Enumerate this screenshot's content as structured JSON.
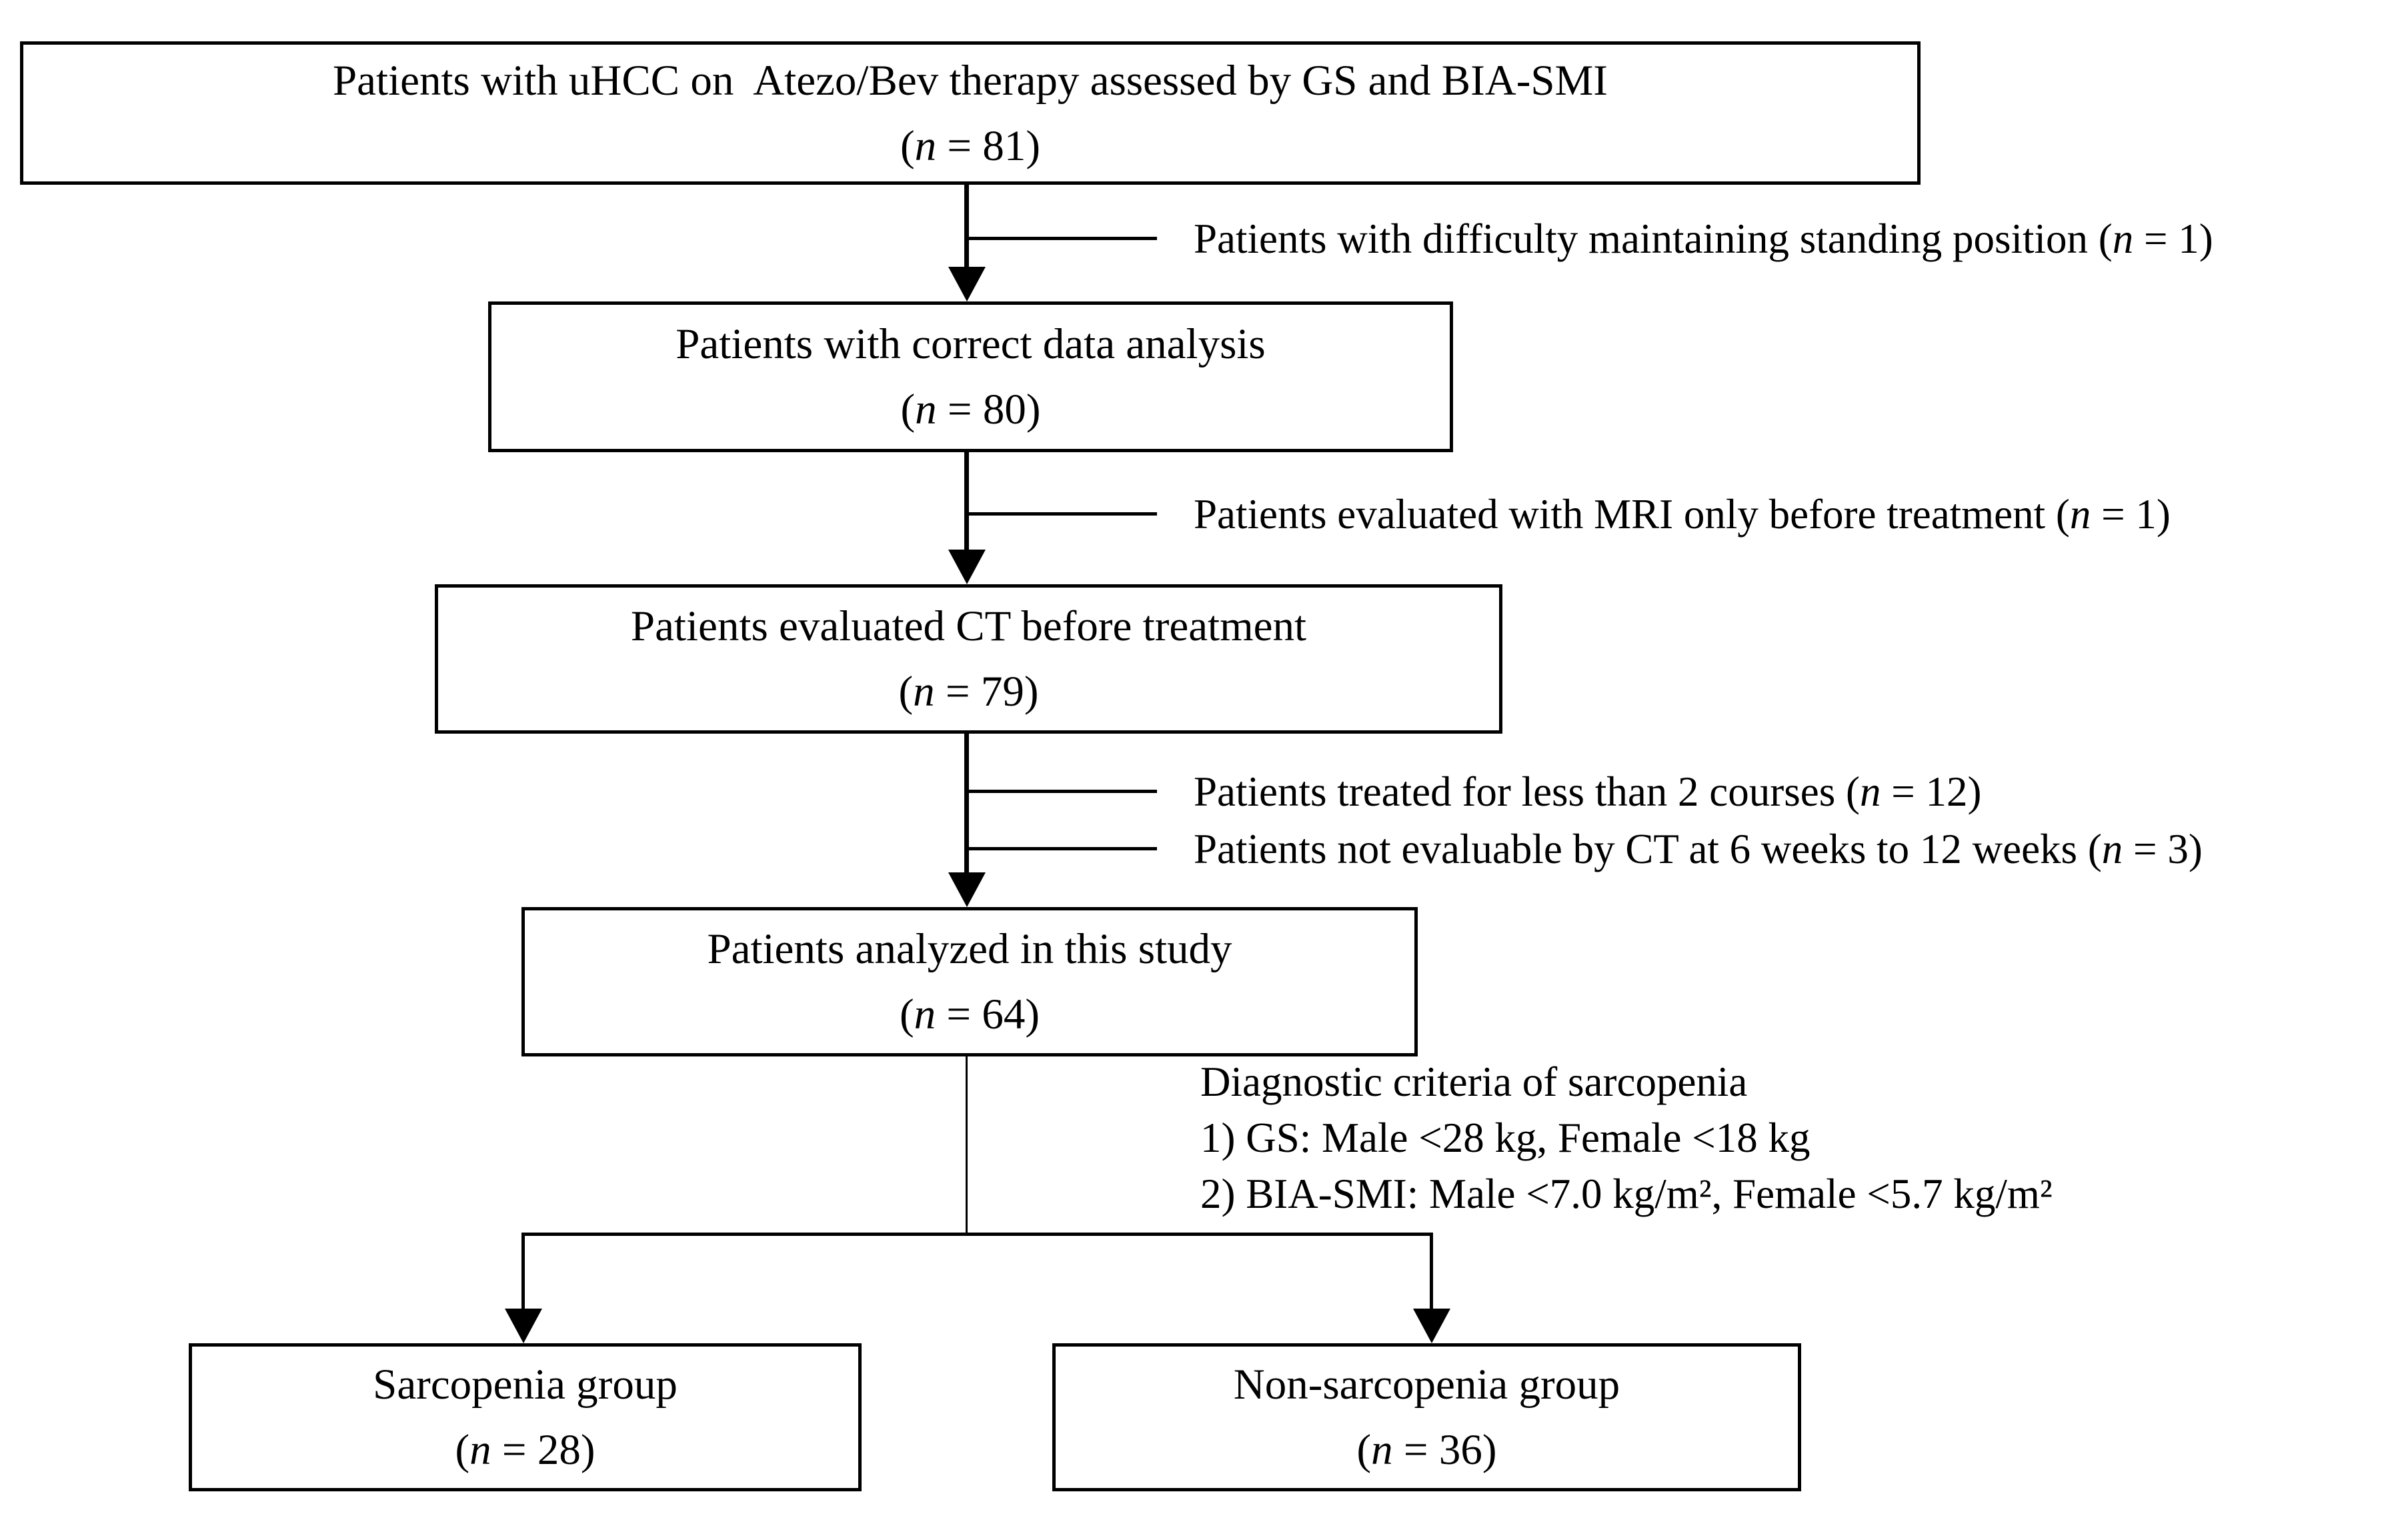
{
  "figure": {
    "background": "#ffffff",
    "ink": "#000000"
  },
  "n_format": {
    "open": "(",
    "var": "n",
    "eq": " = ",
    "close": ")"
  },
  "flow": {
    "boxes": [
      {
        "label": "Patients with uHCC on  Atezo/Bev therapy assessed by GS and BIA-SMI",
        "n": "81"
      },
      {
        "label": "Patients with correct data analysis",
        "n": "80"
      },
      {
        "label": "Patients evaluated CT before treatment",
        "n": "79"
      },
      {
        "label": "Patients analyzed in this study",
        "n": "64"
      },
      {
        "label": "Sarcopenia group",
        "n": "28"
      },
      {
        "label": "Non-sarcopenia group",
        "n": "36"
      }
    ],
    "exclusions": [
      {
        "label": "Patients with difficulty maintaining standing position",
        "n": "1"
      },
      {
        "label": "Patients evaluated with MRI only before treatment",
        "n": "1"
      },
      {
        "label": "Patients treated for less than 2 courses",
        "n": "12"
      },
      {
        "label": "Patients not evaluable by CT at 6 weeks to 12 weeks",
        "n": "3"
      }
    ],
    "criteria": {
      "title": "Diagnostic criteria of sarcopenia",
      "items": [
        "1) GS: Male <28 kg, Female <18 kg",
        "2) BIA-SMI: Male <7.0 kg/m², Female <5.7 kg/m²"
      ]
    }
  }
}
